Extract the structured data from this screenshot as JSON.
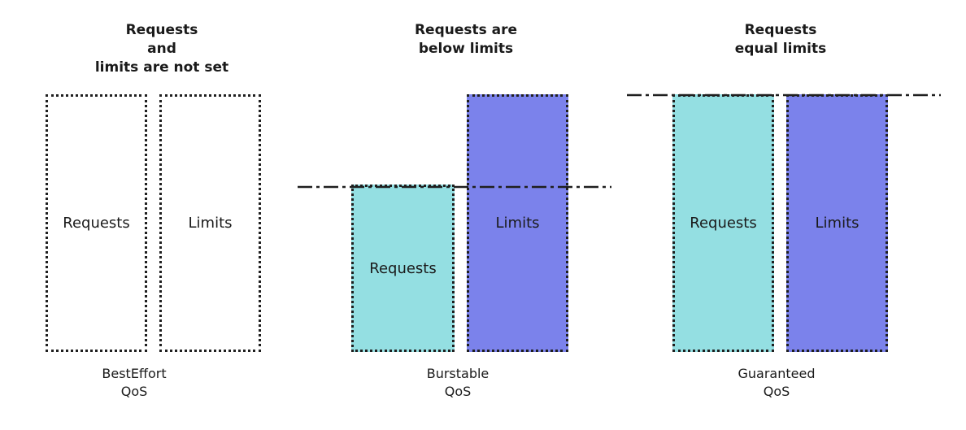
{
  "panels": [
    {
      "title": "Requests\nand\nlimits are not set",
      "requests_label": "Requests",
      "limits_label": "Limits",
      "qos_caption": "BestEffort\nQoS"
    },
    {
      "title": "Requests are\nbelow limits",
      "requests_label": "Requests",
      "limits_label": "Limits",
      "qos_caption": "Burstable\nQoS"
    },
    {
      "title": "Requests\nequal limits",
      "requests_label": "Requests",
      "limits_label": "Limits",
      "qos_caption": "Guaranteed\nQoS"
    }
  ],
  "colors": {
    "requests_fill": "#94dfe2",
    "limits_fill": "#7b82eb",
    "border": "#1f1f1f"
  }
}
